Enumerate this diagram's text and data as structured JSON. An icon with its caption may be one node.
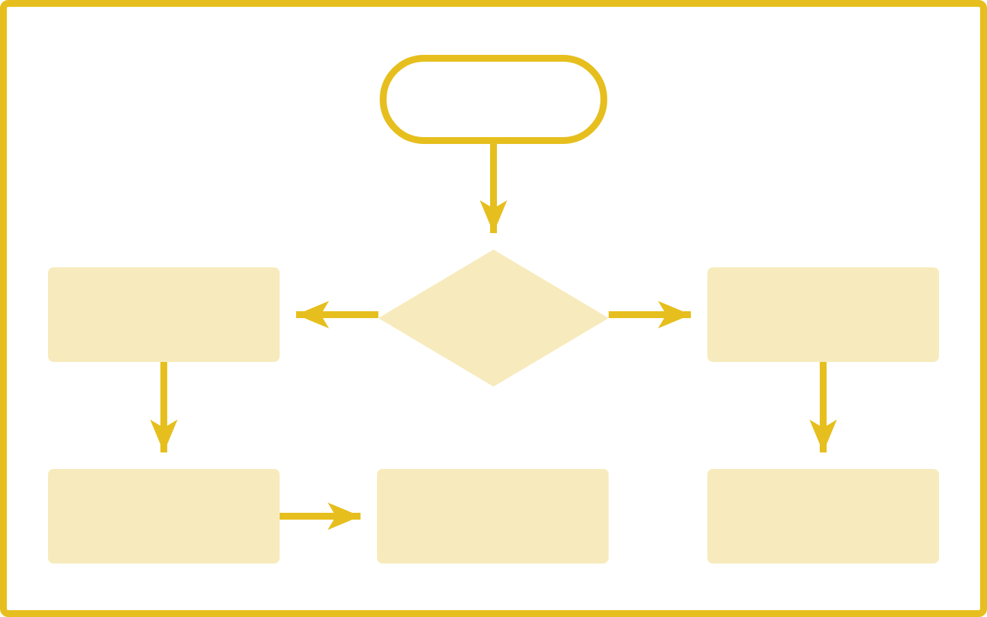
{
  "diagram": {
    "nodes": [
      {
        "text": [],
        "shape": "pill"
      },
      {
        "text": [],
        "shape": "box"
      },
      {
        "text": [],
        "shape": "diamond"
      },
      {
        "text": [],
        "shape": "box"
      },
      {
        "text": [],
        "shape": "box"
      },
      {
        "text": [],
        "shape": "box"
      },
      {
        "text": [],
        "shape": "box"
      }
    ],
    "edges": [
      {
        "from": 0,
        "to": 2,
        "arrow": "to"
      },
      {
        "from": 2,
        "to": 1,
        "arrow": "to"
      },
      {
        "from": 2,
        "to": 3,
        "arrow": "to"
      },
      {
        "from": 1,
        "to": 4,
        "arrow": "to"
      },
      {
        "from": 3,
        "to": 6,
        "arrow": "to"
      },
      {
        "from": 4,
        "to": 5,
        "arrow": "to"
      }
    ]
  }
}
